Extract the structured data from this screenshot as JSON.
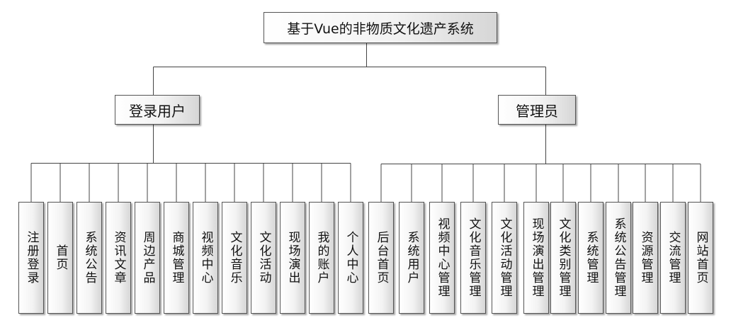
{
  "colors": {
    "line": "#444444",
    "border": "#555555"
  },
  "root": {
    "label": "基于Vue的非物质文化遗产系统"
  },
  "groups": [
    {
      "label": "登录用户",
      "children": [
        "注册登录",
        "首页",
        "系统公告",
        "资讯文章",
        "周边产品",
        "商城管理",
        "视频中心",
        "文化音乐",
        "文化活动",
        "现场演出",
        "我的账户",
        "个人中心"
      ]
    },
    {
      "label": "管理员",
      "children": [
        "后台首页",
        "系统用户",
        "视频中心管理",
        "文化音乐管理",
        "文化活动管理",
        "现场演出管理",
        "文化类别管理",
        "系统管理",
        "系统公告管理",
        "资源管理",
        "交流管理",
        "网站首页"
      ]
    }
  ]
}
